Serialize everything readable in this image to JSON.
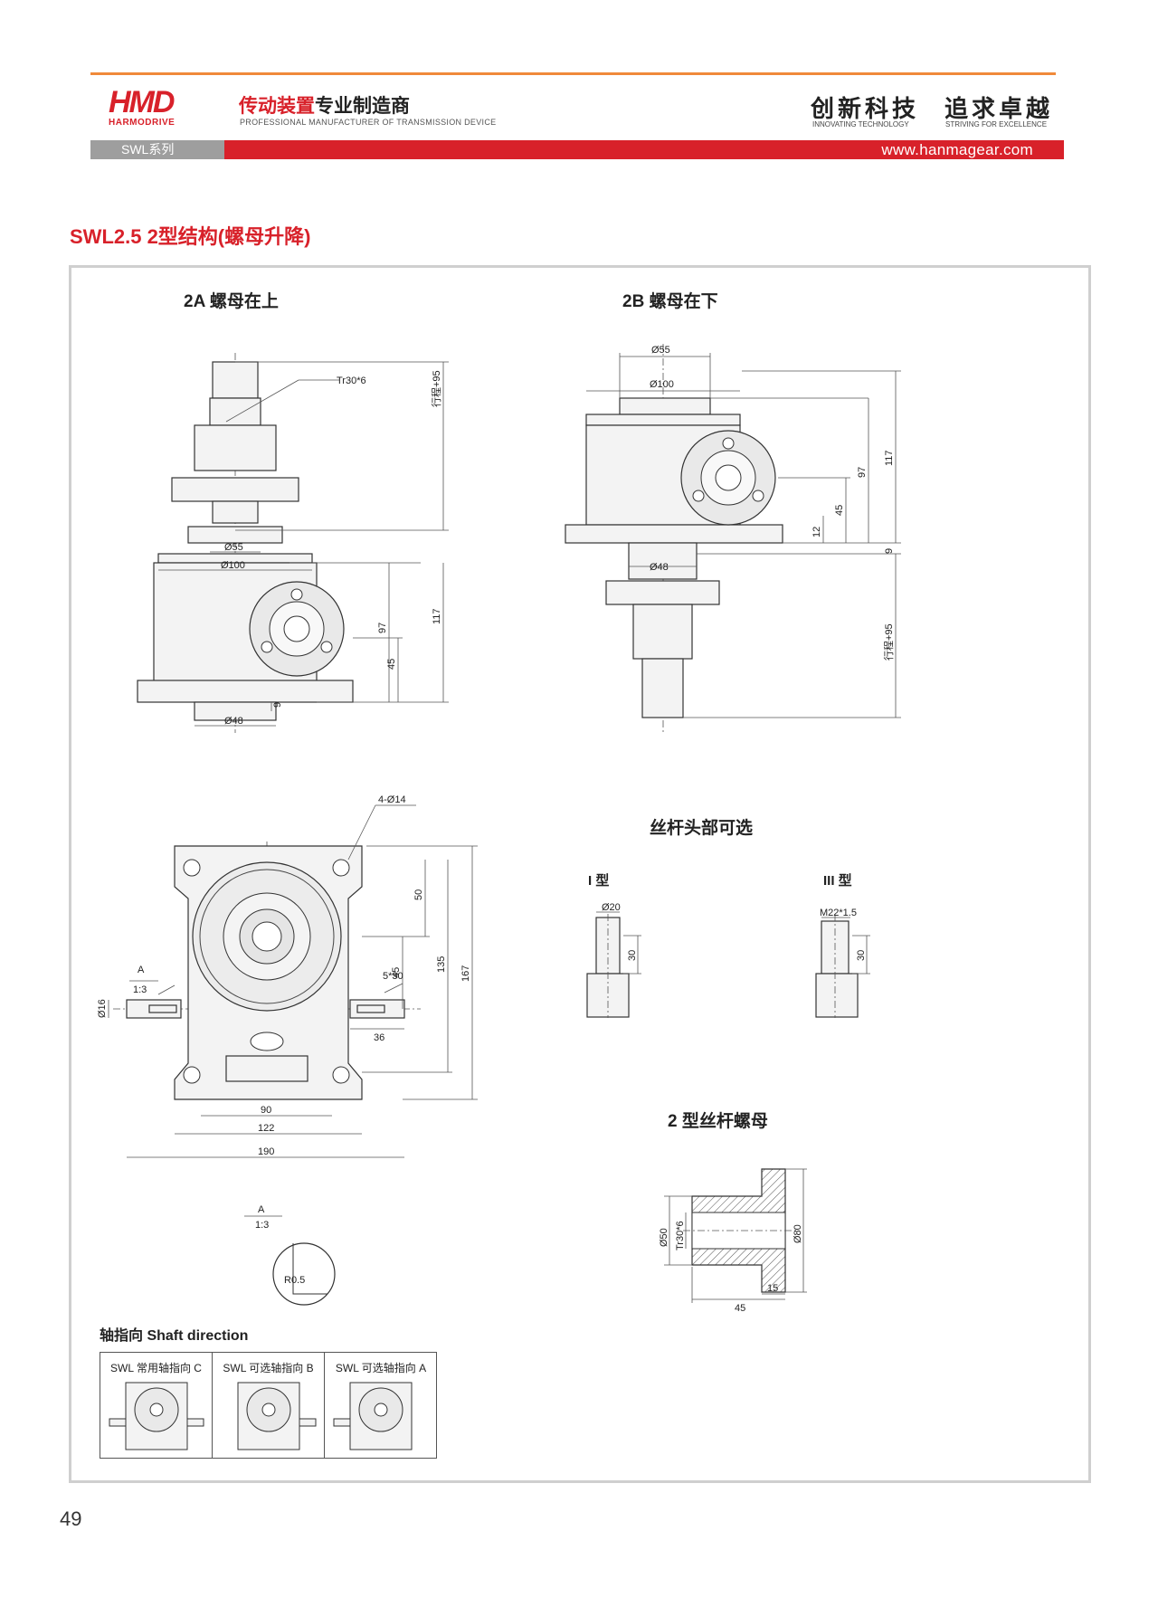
{
  "header": {
    "logo_mark": "HMD",
    "logo_sub": "HARMODRIVE",
    "tagline_red": "传动装置",
    "tagline_black": "专业制造商",
    "tagline_en": "PROFESSIONAL MANUFACTURER OF TRANSMISSION DEVICE",
    "slogan1_cn": "创新科技",
    "slogan1_en": "INNOVATING TECHNOLOGY",
    "slogan2_cn": "追求卓越",
    "slogan2_en": "STRIVING FOR EXCELLENCE",
    "series": "SWL系列",
    "website": "www.hanmagear.com",
    "brand_red": "#d8212a",
    "accent_orange": "#f08a3a"
  },
  "page_title": "SWL2.5  2型结构(螺母升降)",
  "drawing_2a": {
    "title": "2A 螺母在上",
    "thread": "Tr30*6",
    "stroke": "行程+95",
    "d55": "Ø55",
    "d100": "Ø100",
    "d48": "Ø48",
    "dim117": "117",
    "dim97": "97",
    "dim45": "45",
    "dim9": "9"
  },
  "drawing_2b": {
    "title": "2B 螺母在下",
    "d55": "Ø55",
    "d100": "Ø100",
    "d48": "Ø48",
    "dim117": "117",
    "dim97": "97",
    "dim45": "45",
    "dim12": "12",
    "dim9": "9",
    "stroke": "行程+95"
  },
  "drawing_front": {
    "holes": "4-Ø14",
    "key": "5*30",
    "detail": "A",
    "scale": "1:3",
    "d16": "Ø16",
    "dim50": "50",
    "dim45": "45",
    "dim135": "135",
    "dim167": "167",
    "dim36": "36",
    "dim90": "90",
    "dim122": "122",
    "dim190": "190"
  },
  "detail_a": {
    "label": "A",
    "scale": "1:3",
    "radius": "R0.5"
  },
  "screw_head": {
    "title": "丝杆头部可选",
    "type1": "I 型",
    "type1_dia": "Ø20",
    "type1_len": "30",
    "type3": "III 型",
    "type3_thread": "M22*1.5",
    "type3_len": "30"
  },
  "nut": {
    "title": "2 型丝杆螺母",
    "d50": "Ø50",
    "thread": "Tr30*6",
    "d80": "Ø80",
    "dim45": "45",
    "dim15": "15"
  },
  "shaft_direction": {
    "title": "轴指向  Shaft direction",
    "cells": [
      "SWL 常用轴指向 C",
      "SWL 可选轴指向 B",
      "SWL 可选轴指向 A"
    ]
  },
  "page_number": "49"
}
